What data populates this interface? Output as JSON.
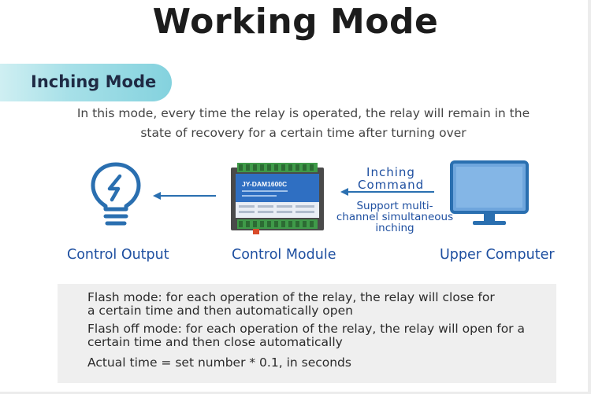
{
  "title": "Working Mode",
  "mode": {
    "label": "Inching Mode"
  },
  "description": [
    "In this mode, every time the relay is operated, the relay will remain in the",
    "state of recovery for a certain time after turning over"
  ],
  "device": {
    "model_text": "JY-DAM1600C"
  },
  "command": {
    "line1": "Inching",
    "line2": "Command",
    "support_lines": [
      "Support multi-",
      "channel simultaneous",
      "inching"
    ]
  },
  "labels": {
    "output": "Control Output",
    "module": "Control Module",
    "computer": "Upper Computer"
  },
  "notes": [
    {
      "lines": [
        "Flash mode: for each operation of the relay, the relay will close for",
        "a certain time and then automatically open"
      ]
    },
    {
      "lines": [
        "Flash off mode: for each operation of the relay, the relay will open for a",
        "certain time and then close automatically"
      ]
    },
    {
      "lines": [
        "Actual time = set number * 0.1, in seconds"
      ]
    }
  ],
  "colors": {
    "accent_blue": "#1e4fa0",
    "arrow_blue": "#2a6fb0",
    "pill_teal": "#84d2de",
    "device_green": "#3f9a49",
    "device_blue": "#2f6fc2",
    "screen_blue": "#6fa6dd",
    "note_background": "#efefef"
  },
  "icons": [
    "bulb-icon",
    "monitor-icon",
    "relay-module-icon",
    "arrow-left-icon"
  ]
}
